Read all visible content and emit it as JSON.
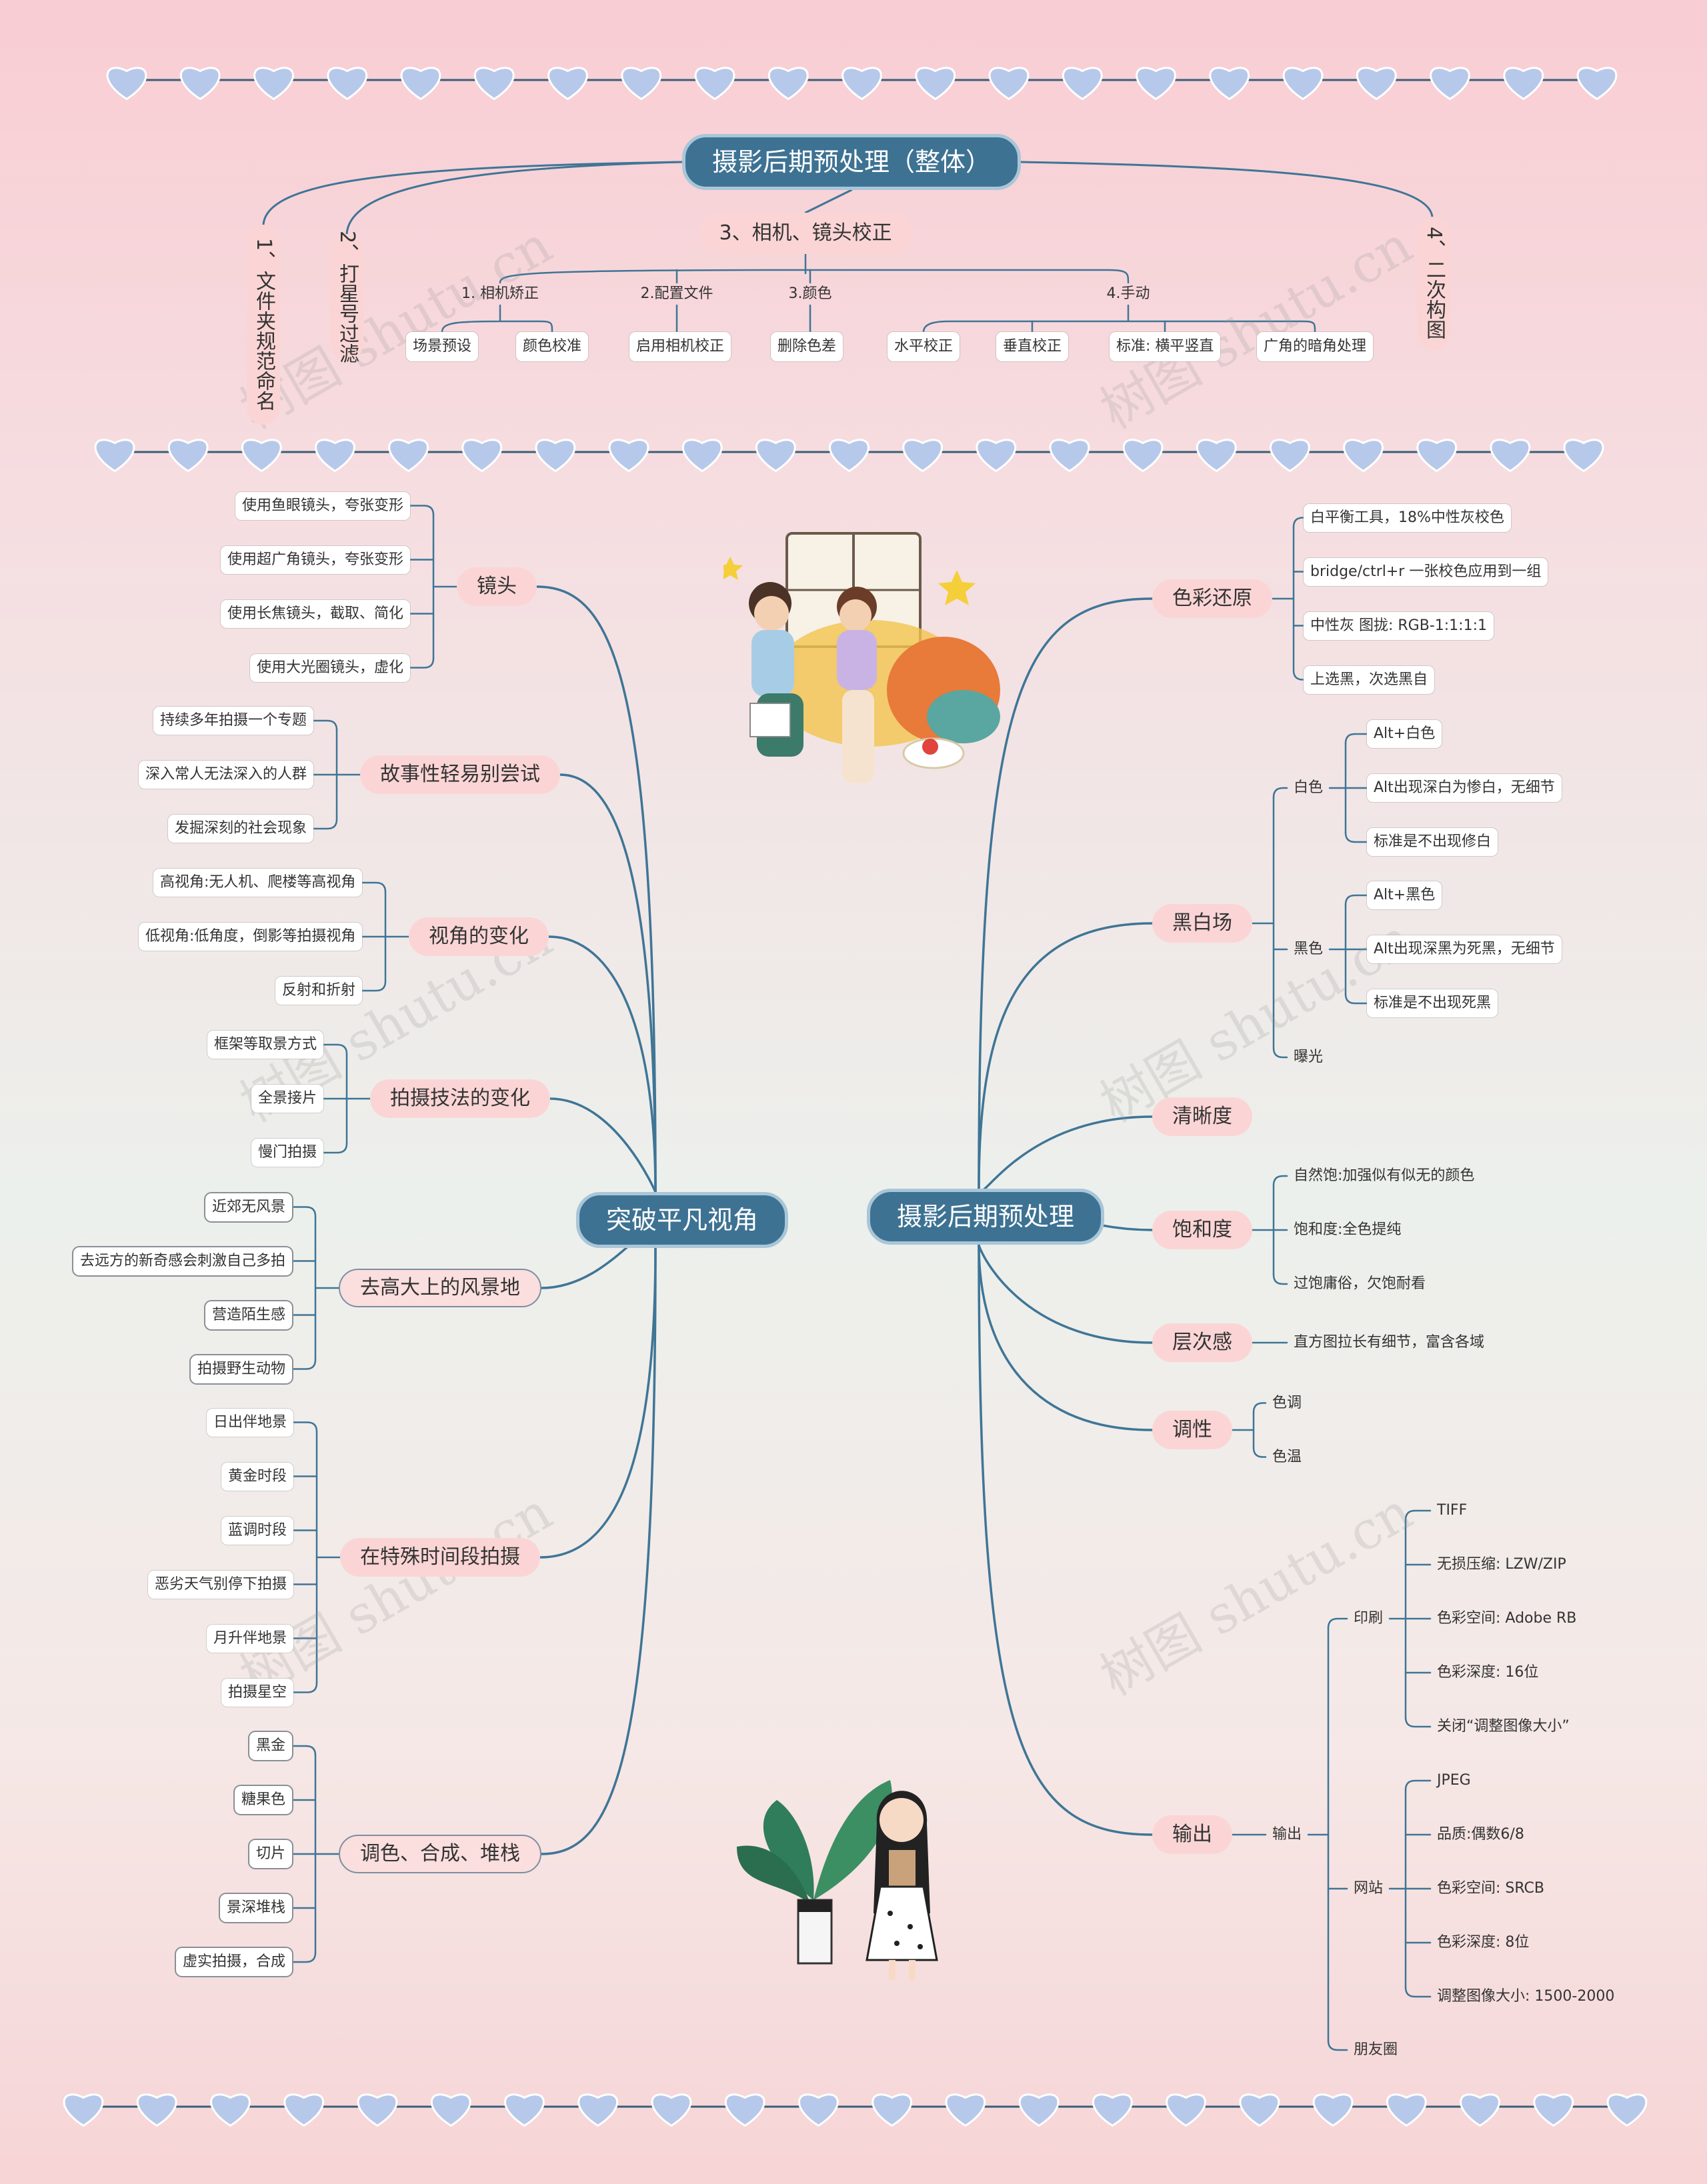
{
  "colors": {
    "hub": "#3d7293",
    "line": "#3f7596",
    "category_bg": "#fbd5d5",
    "heart": "#b7c9ea"
  },
  "watermark": {
    "text": "树图 shutu.cn"
  },
  "decor": {
    "heart_rows": 3,
    "illustrations": [
      "couple-illustration",
      "girl-plant-illustration"
    ]
  },
  "top": {
    "title": "摄影后期预处理（整体）",
    "steps": [
      "1、文件夹规范命名",
      "2、打星号过滤",
      "3、相机、镜头校正",
      "4、二次构图"
    ],
    "groups": [
      {
        "label": "1. 相机矫正",
        "items": [
          "场景预设",
          "颜色校准"
        ]
      },
      {
        "label": "2.配置文件",
        "items": [
          "启用相机校正"
        ]
      },
      {
        "label": "3.颜色",
        "items": [
          "删除色差"
        ]
      },
      {
        "label": "4.手动",
        "items": [
          "水平校正",
          "垂直校正",
          "标准: 横平竖直",
          "广角的暗角处理"
        ]
      }
    ]
  },
  "left": {
    "center": "突破平凡视角",
    "branches": [
      {
        "label": "镜头",
        "items": [
          "使用鱼眼镜头，夸张变形",
          "使用超广角镜头，夸张变形",
          "使用长焦镜头，截取、简化",
          "使用大光圈镜头，虚化"
        ]
      },
      {
        "label": "故事性轻易别尝试",
        "items": [
          "持续多年拍摄一个专题",
          "深入常人无法深入的人群",
          "发掘深刻的社会现象"
        ]
      },
      {
        "label": "视角的变化",
        "items": [
          "高视角:无人机、爬楼等高视角",
          "低视角:低角度，倒影等拍摄视角",
          "反射和折射"
        ]
      },
      {
        "label": "拍摄技法的变化",
        "items": [
          "框架等取景方式",
          "全景接片",
          "慢门拍摄"
        ]
      },
      {
        "label": "去高大上的风景地",
        "items": [
          "近郊无风景",
          "去远方的新奇感会刺激自己多拍",
          "营造陌生感",
          "拍摄野生动物"
        ]
      },
      {
        "label": "在特殊时间段拍摄",
        "items": [
          "日出伴地景",
          "黄金时段",
          "蓝调时段",
          "恶劣天气别停下拍摄",
          "月升伴地景",
          "拍摄星空"
        ]
      },
      {
        "label": "调色、合成、堆栈",
        "items": [
          "黑金",
          "糖果色",
          "切片",
          "景深堆栈",
          "虚实拍摄，合成"
        ]
      }
    ]
  },
  "right": {
    "center": "摄影后期预处理",
    "color_restore": {
      "label": "色彩还原",
      "items": [
        "白平衡工具，18%中性灰校色",
        "bridge/ctrl+r 一张校色应用到一组",
        "中性灰 图拢: RGB-1:1:1:1",
        "上选黑，次选黑自"
      ]
    },
    "bw": {
      "label": "黑白场",
      "white": {
        "label": "白色",
        "items": [
          "Alt+白色",
          "Alt出现深白为惨白，无细节",
          "标准是不出现修白"
        ]
      },
      "black": {
        "label": "黑色",
        "items": [
          "Alt+黑色",
          "Alt出现深黑为死黑，无细节",
          "标准是不出现死黑"
        ]
      },
      "exposure": "曝光"
    },
    "clarity": "清晰度",
    "saturation": {
      "label": "饱和度",
      "items": [
        "自然饱:加强似有似无的颜色",
        "饱和度:全色提纯",
        "过饱庸俗，欠饱耐看"
      ]
    },
    "layers": {
      "label": "层次感",
      "item": "直方图拉长有细节，富含各域"
    },
    "tone": {
      "label": "调性",
      "items": [
        "色调",
        "色温"
      ]
    },
    "output": {
      "label": "输出",
      "sub": "输出",
      "print": {
        "label": "印刷",
        "items": [
          "TIFF",
          "无损压缩: LZW/ZIP",
          "色彩空间: Adobe RB",
          "色彩深度: 16位",
          "关闭“调整图像大小”"
        ]
      },
      "web": {
        "label": "网站",
        "items": [
          "JPEG",
          "品质:偶数6/8",
          "色彩空间: SRCB",
          "色彩深度: 8位",
          "调整图像大小: 1500-2000"
        ]
      },
      "moments": "朋友圈"
    }
  }
}
